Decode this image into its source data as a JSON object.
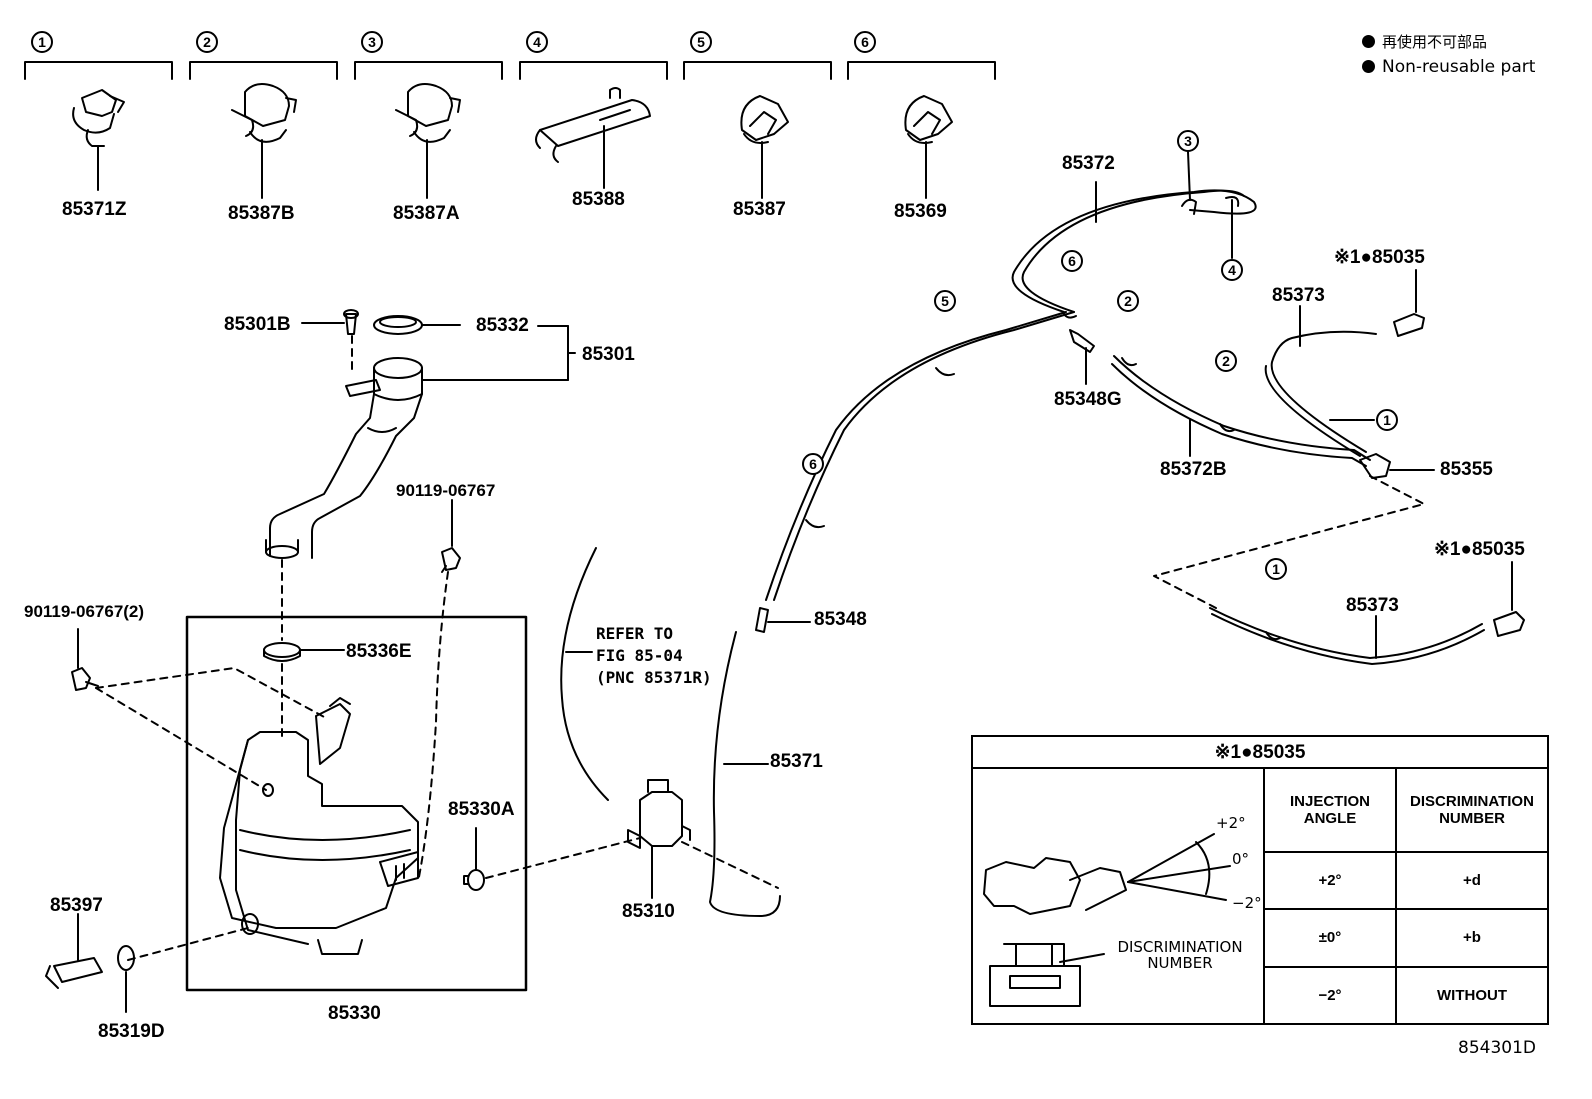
{
  "callouts": {
    "c1": "1",
    "c2": "2",
    "c3": "3",
    "c4": "4",
    "c5": "5",
    "c6": "6",
    "h3": "3",
    "h4": "4",
    "h5": "5",
    "h6a": "6",
    "h6b": "6",
    "h2a": "2",
    "h2b": "2",
    "h1a": "1",
    "h1b": "1"
  },
  "legend": {
    "jp": "再使用不可部品",
    "en": "Non-reusable part"
  },
  "parts": {
    "p85371z": "85371Z",
    "p85387b": "85387B",
    "p85387a": "85387A",
    "p85388": "85388",
    "p85387": "85387",
    "p85369": "85369",
    "p85301b": "85301B",
    "p85332": "85332",
    "p85301": "85301",
    "p90119": "90119-06767",
    "p90119x2": "90119-06767(2)",
    "p85336e": "85336E",
    "p85330a": "85330A",
    "p85397": "85397",
    "p85319d": "85319D",
    "p85330": "85330",
    "refer1": "REFER TO",
    "refer2": "FIG 85-04",
    "refer3": "(PNC 85371R)",
    "p85310": "85310",
    "p85371": "85371",
    "p85348": "85348",
    "p85372": "85372",
    "p85348g": "85348G",
    "p85372b": "85372B",
    "p85035a": "※1●85035",
    "p85373a": "85373",
    "p85355": "85355",
    "p85035b": "※1●85035",
    "p85373b": "85373",
    "fig_id": "854301D"
  },
  "spec_table": {
    "title": "※1●85035",
    "col_angle": "INJECTION ANGLE",
    "col_disc": "DISCRIMINATION NUMBER",
    "rows": [
      {
        "angle": "+2°",
        "disc": "+d"
      },
      {
        "angle": "±0°",
        "disc": "+b"
      },
      {
        "angle": "−2°",
        "disc": "WITHOUT"
      }
    ],
    "ang_p2": "+2°",
    "ang_0": "0°",
    "ang_m2": "−2°",
    "disc_label": "DISCRIMINATION NUMBER"
  }
}
